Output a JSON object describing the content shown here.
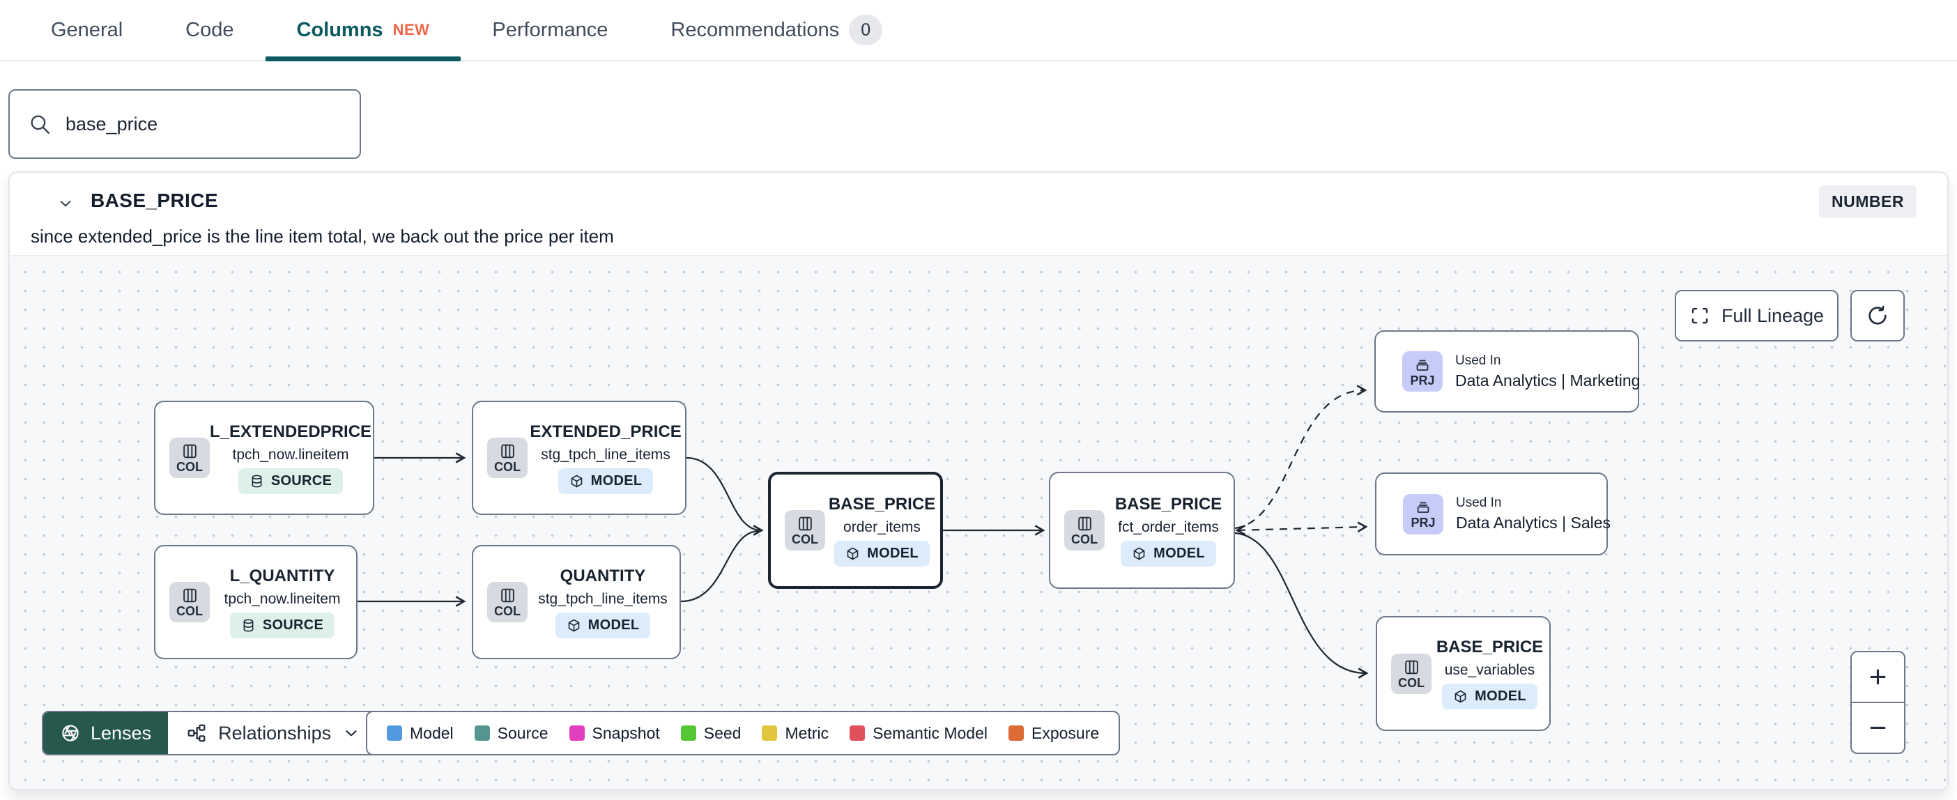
{
  "tabs": {
    "items": [
      {
        "label": "General"
      },
      {
        "label": "Code"
      },
      {
        "label": "Columns",
        "badge": "NEW"
      },
      {
        "label": "Performance"
      },
      {
        "label": "Recommendations",
        "count": "0"
      }
    ]
  },
  "search": {
    "value": "base_price"
  },
  "column_panel": {
    "title": "BASE_PRICE",
    "type_badge": "NUMBER",
    "description": "since extended_price is the line item total, we back out the price per item"
  },
  "lineage": {
    "controls": {
      "full_lineage_label": "Full Lineage",
      "zoom_in": "+",
      "zoom_out": "−",
      "lenses_label": "Lenses",
      "relationships_label": "Relationships"
    },
    "nodes": [
      {
        "kind": "column",
        "icon_label": "COL",
        "title": "L_EXTENDEDPRICE",
        "subtitle": "tpch_now.lineitem",
        "badge": "SOURCE"
      },
      {
        "kind": "column",
        "icon_label": "COL",
        "title": "EXTENDED_PRICE",
        "subtitle": "stg_tpch_line_items",
        "badge": "MODEL"
      },
      {
        "kind": "column",
        "icon_label": "COL",
        "title": "L_QUANTITY",
        "subtitle": "tpch_now.lineitem",
        "badge": "SOURCE"
      },
      {
        "kind": "column",
        "icon_label": "COL",
        "title": "QUANTITY",
        "subtitle": "stg_tpch_line_items",
        "badge": "MODEL"
      },
      {
        "kind": "column",
        "icon_label": "COL",
        "title": "BASE_PRICE",
        "subtitle": "order_items",
        "badge": "MODEL",
        "selected": true
      },
      {
        "kind": "column",
        "icon_label": "COL",
        "title": "BASE_PRICE",
        "subtitle": "fct_order_items",
        "badge": "MODEL"
      },
      {
        "kind": "project",
        "icon_label": "PRJ",
        "label": "Used In",
        "title": "Data Analytics | Marketing"
      },
      {
        "kind": "project",
        "icon_label": "PRJ",
        "label": "Used In",
        "title": "Data Analytics | Sales"
      },
      {
        "kind": "column",
        "icon_label": "COL",
        "title": "BASE_PRICE",
        "subtitle": "use_variables",
        "badge": "MODEL"
      }
    ],
    "legend": [
      {
        "label": "Model",
        "color": "#529add"
      },
      {
        "label": "Source",
        "color": "#569490"
      },
      {
        "label": "Snapshot",
        "color": "#e23ec0"
      },
      {
        "label": "Seed",
        "color": "#55c634"
      },
      {
        "label": "Metric",
        "color": "#e2c53d"
      },
      {
        "label": "Semantic Model",
        "color": "#e0515c"
      },
      {
        "label": "Exposure",
        "color": "#dc6b36"
      }
    ],
    "edge_color": "#1e2630"
  }
}
